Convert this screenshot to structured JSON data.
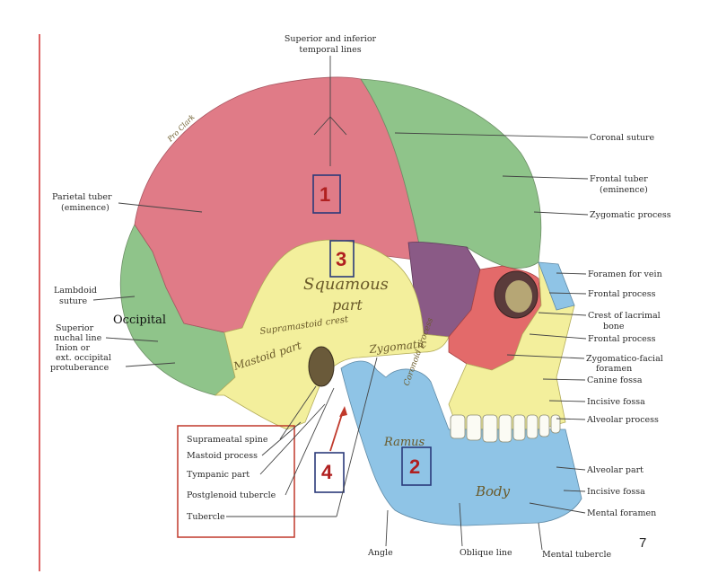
{
  "colors": {
    "parietal": "#e07b87",
    "frontal": "#8fc48a",
    "temporal": "#f3ef9c",
    "occipital": "#8fc48a",
    "mandible": "#8fc4e6",
    "zygomatic": "#e36a6a",
    "sphenoid": "#8a5a86",
    "maxilla": "#f3ef9c",
    "highlight_box": "#c0392b",
    "number_box": "#2b3a7a",
    "number_text": "#b02020",
    "margin_line": "#d33a3a"
  },
  "labels": {
    "top": {
      "line1": "Superior and inferior",
      "line2": "temporal lines"
    },
    "right": {
      "coronal": "Coronal suture",
      "frontal_tuber_1": "Frontal tuber",
      "frontal_tuber_2": "(eminence)",
      "zygomatic_process": "Zygomatic process",
      "foramen_vein": "Foramen for vein",
      "frontal_process_1": "Frontal process",
      "crest_1": "Crest of lacrimal",
      "crest_2": "bone",
      "frontal_process_2": "Frontal process",
      "zyg_facial_1": "Zygomatico-facial",
      "zyg_facial_2": "foramen",
      "canine": "Canine fossa",
      "incisive_1": "Incisive fossa",
      "alveolar_process": "Alveolar process",
      "alveolar_part": "Alveolar part",
      "incisive_2": "Incisive fossa",
      "mental_foramen": "Mental foramen"
    },
    "left": {
      "parietal_tuber_1": "Parietal tuber",
      "parietal_tuber_2": "(eminence)",
      "lambdoid_1": "Lambdoid",
      "lambdoid_2": "suture",
      "occipital": "Occipital",
      "superior_1": "Superior",
      "superior_2": "nuchal line",
      "inion_1": "Inion or",
      "inion_2": "ext. occipital",
      "inion_3": "protuberance"
    },
    "box": {
      "suprameatal": "Suprameatal spine",
      "mastoid": "Mastoid process",
      "tympanic": "Tympanic part",
      "postglenoid": "Postglenoid tubercle",
      "tubercle": "Tubercle"
    },
    "bottom": {
      "angle": "Angle",
      "oblique": "Oblique line",
      "mental_tubercle": "Mental tubercle"
    },
    "on_bone": {
      "squamous": "Squamous",
      "part": "part",
      "supramastoid": "Supramastoid crest",
      "mastoid_part": "Mastoid part",
      "zygomatic": "Zygomatic",
      "ramus": "Ramus",
      "body": "Body",
      "coronoid": "Coronoid process",
      "signature": "Pro Clark"
    }
  },
  "numbers": {
    "n1": "1",
    "n2": "2",
    "n3": "3",
    "n4": "4"
  },
  "page_number": "7"
}
